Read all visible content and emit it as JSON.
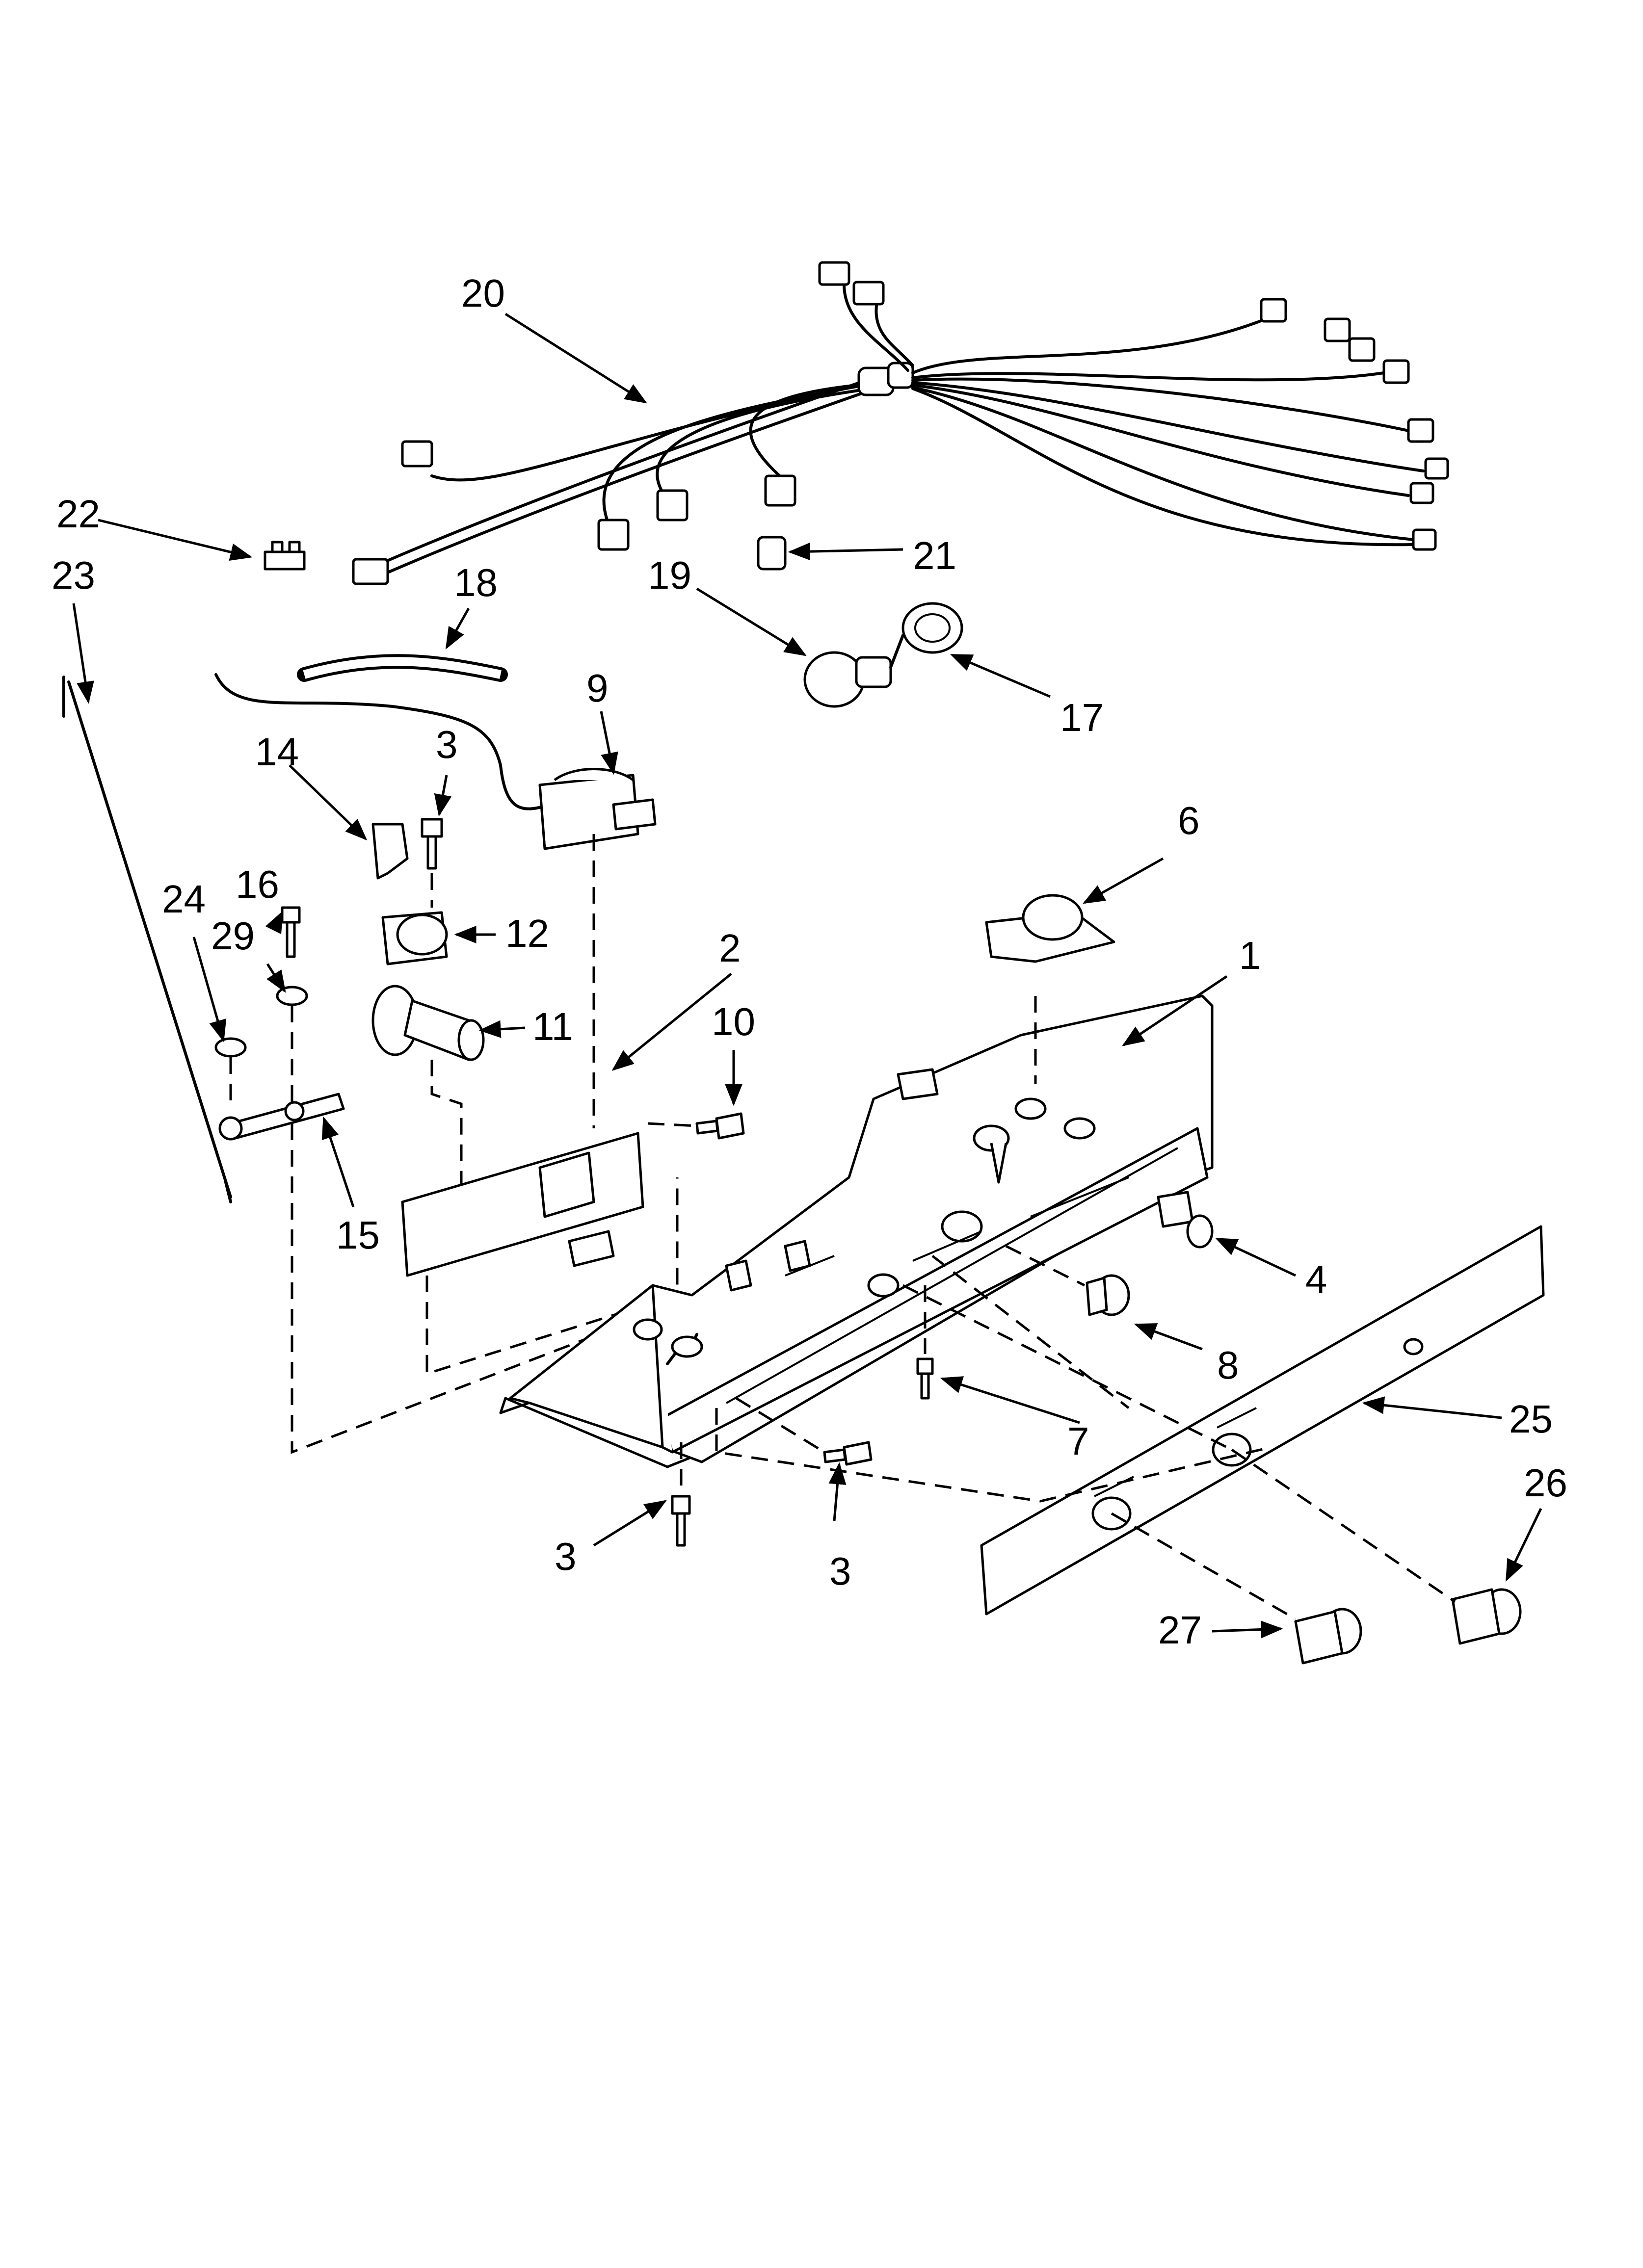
{
  "diagram": {
    "type": "exploded parts diagram",
    "callouts": [
      {
        "id": "1",
        "text": "1"
      },
      {
        "id": "2",
        "text": "2"
      },
      {
        "id": "3a",
        "text": "3"
      },
      {
        "id": "3b",
        "text": "3"
      },
      {
        "id": "3c",
        "text": "3"
      },
      {
        "id": "4",
        "text": "4"
      },
      {
        "id": "6",
        "text": "6"
      },
      {
        "id": "7",
        "text": "7"
      },
      {
        "id": "8",
        "text": "8"
      },
      {
        "id": "9",
        "text": "9"
      },
      {
        "id": "10",
        "text": "10"
      },
      {
        "id": "11",
        "text": "11"
      },
      {
        "id": "12",
        "text": "12"
      },
      {
        "id": "14",
        "text": "14"
      },
      {
        "id": "15",
        "text": "15"
      },
      {
        "id": "16",
        "text": "16"
      },
      {
        "id": "17",
        "text": "17"
      },
      {
        "id": "18",
        "text": "18"
      },
      {
        "id": "19",
        "text": "19"
      },
      {
        "id": "20",
        "text": "20"
      },
      {
        "id": "21",
        "text": "21"
      },
      {
        "id": "22",
        "text": "22"
      },
      {
        "id": "23",
        "text": "23"
      },
      {
        "id": "24",
        "text": "24"
      },
      {
        "id": "25",
        "text": "25"
      },
      {
        "id": "26",
        "text": "26"
      },
      {
        "id": "27",
        "text": "27"
      },
      {
        "id": "29",
        "text": "29"
      }
    ]
  }
}
